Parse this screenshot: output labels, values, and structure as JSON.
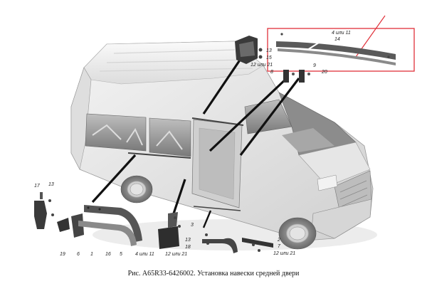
{
  "caption": "Рис. A65R33-6426002. Установка навески средней двери",
  "highlight_color": "#e0313a",
  "labels": {
    "l4_11_top": "4 или 11",
    "l14": "14",
    "l13_top": "13",
    "l15": "15",
    "l12_21_top": "12 или 21",
    "l8": "8",
    "l9": "9",
    "l20": "20",
    "l17": "17",
    "l13_left": "13",
    "l19": "19",
    "l6": "6",
    "l1": "1",
    "l16": "16",
    "l5": "5",
    "l4_11_bottom": "4 или 11",
    "l12_21_bottom": "12 или 21",
    "l3": "3",
    "l13_mid": "13",
    "l18": "18",
    "l2": "2",
    "l7": "7",
    "l12_21_right": "12 или 21"
  }
}
